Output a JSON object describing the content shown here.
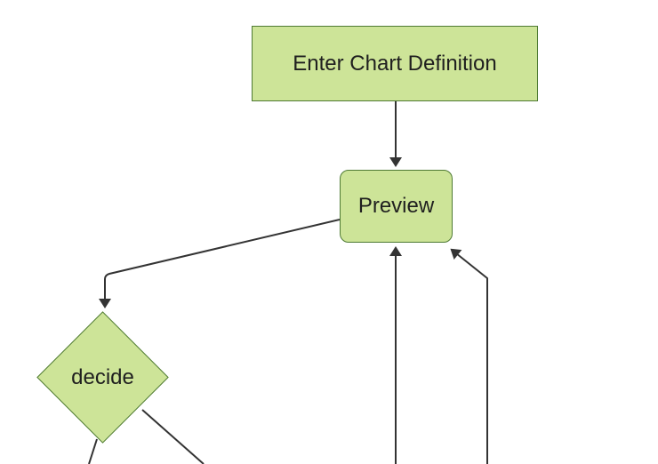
{
  "diagram": {
    "type": "flowchart",
    "direction": "top-down",
    "nodes": [
      {
        "id": "A",
        "label": "Enter Chart Definition",
        "shape": "rectangle"
      },
      {
        "id": "B",
        "label": "Preview",
        "shape": "rounded-rectangle"
      },
      {
        "id": "C",
        "label": "decide",
        "shape": "diamond"
      }
    ],
    "edges": [
      {
        "from": "A",
        "to": "B",
        "arrowhead": true
      },
      {
        "from": "B",
        "to": "C",
        "arrowhead": true
      },
      {
        "from": "C",
        "to": "offscreen-bottom-left",
        "arrowhead": false
      },
      {
        "from": "C",
        "to": "offscreen-bottom-right",
        "arrowhead": false
      },
      {
        "from": "offscreen-bottom",
        "to": "B",
        "arrowhead": true
      },
      {
        "from": "offscreen-bottom-right",
        "to": "B",
        "arrowhead": true
      }
    ],
    "colors": {
      "node_fill": "#cde498",
      "node_border": "#4e7a33",
      "edge": "#333333",
      "text": "#1f1f1f",
      "background": "#ffffff"
    }
  }
}
